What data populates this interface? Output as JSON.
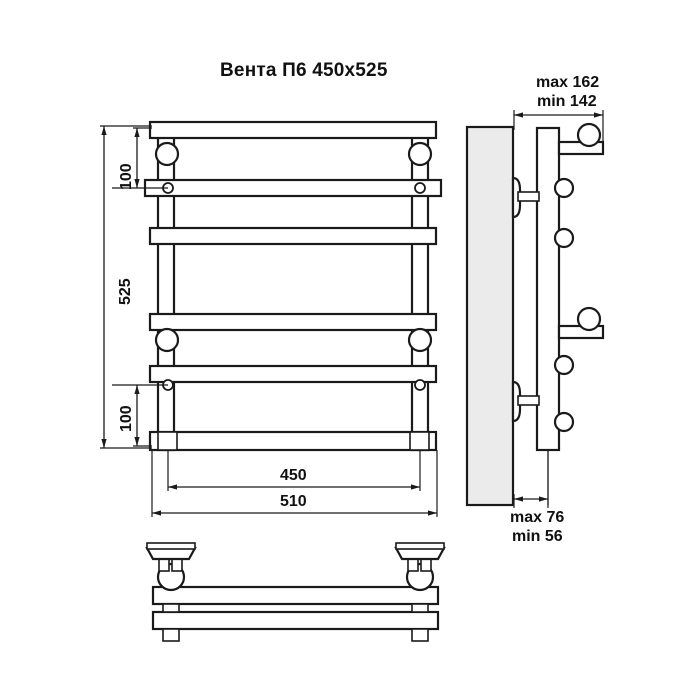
{
  "drawing": {
    "title": "Вента П6 450x525",
    "product_name": "Вента П6",
    "size_label": "450x525",
    "units": "mm",
    "line_color": "#1a1a1a",
    "wall_fill": "#ebebeb",
    "background": "#ffffff"
  },
  "dimensions": {
    "height_total": "525",
    "height_top_segment": "100",
    "height_bottom_segment": "100",
    "width_inner": "450",
    "width_outer": "510",
    "depth_top_max": "max 162",
    "depth_top_min": "min 142",
    "depth_bottom_max": "max 76",
    "depth_bottom_min": "min 56"
  },
  "views": {
    "front": {
      "name": "front-elevation",
      "rail_count": 6,
      "post_count": 2,
      "joint_circle_count": 4
    },
    "side": {
      "name": "side-elevation",
      "wall_panel": true,
      "rung_circle_count": 6,
      "bracket_arm_count": 2
    },
    "plan": {
      "name": "plan-view",
      "mount_count": 2,
      "rail_count": 2
    }
  },
  "labels": {
    "h525": "525",
    "h100_top": "100",
    "h100_bottom": "100",
    "w450": "450",
    "w510": "510",
    "d_max162": "max 162",
    "d_min142": "min 142",
    "d_max76": "max 76",
    "d_min56": "min 56"
  }
}
